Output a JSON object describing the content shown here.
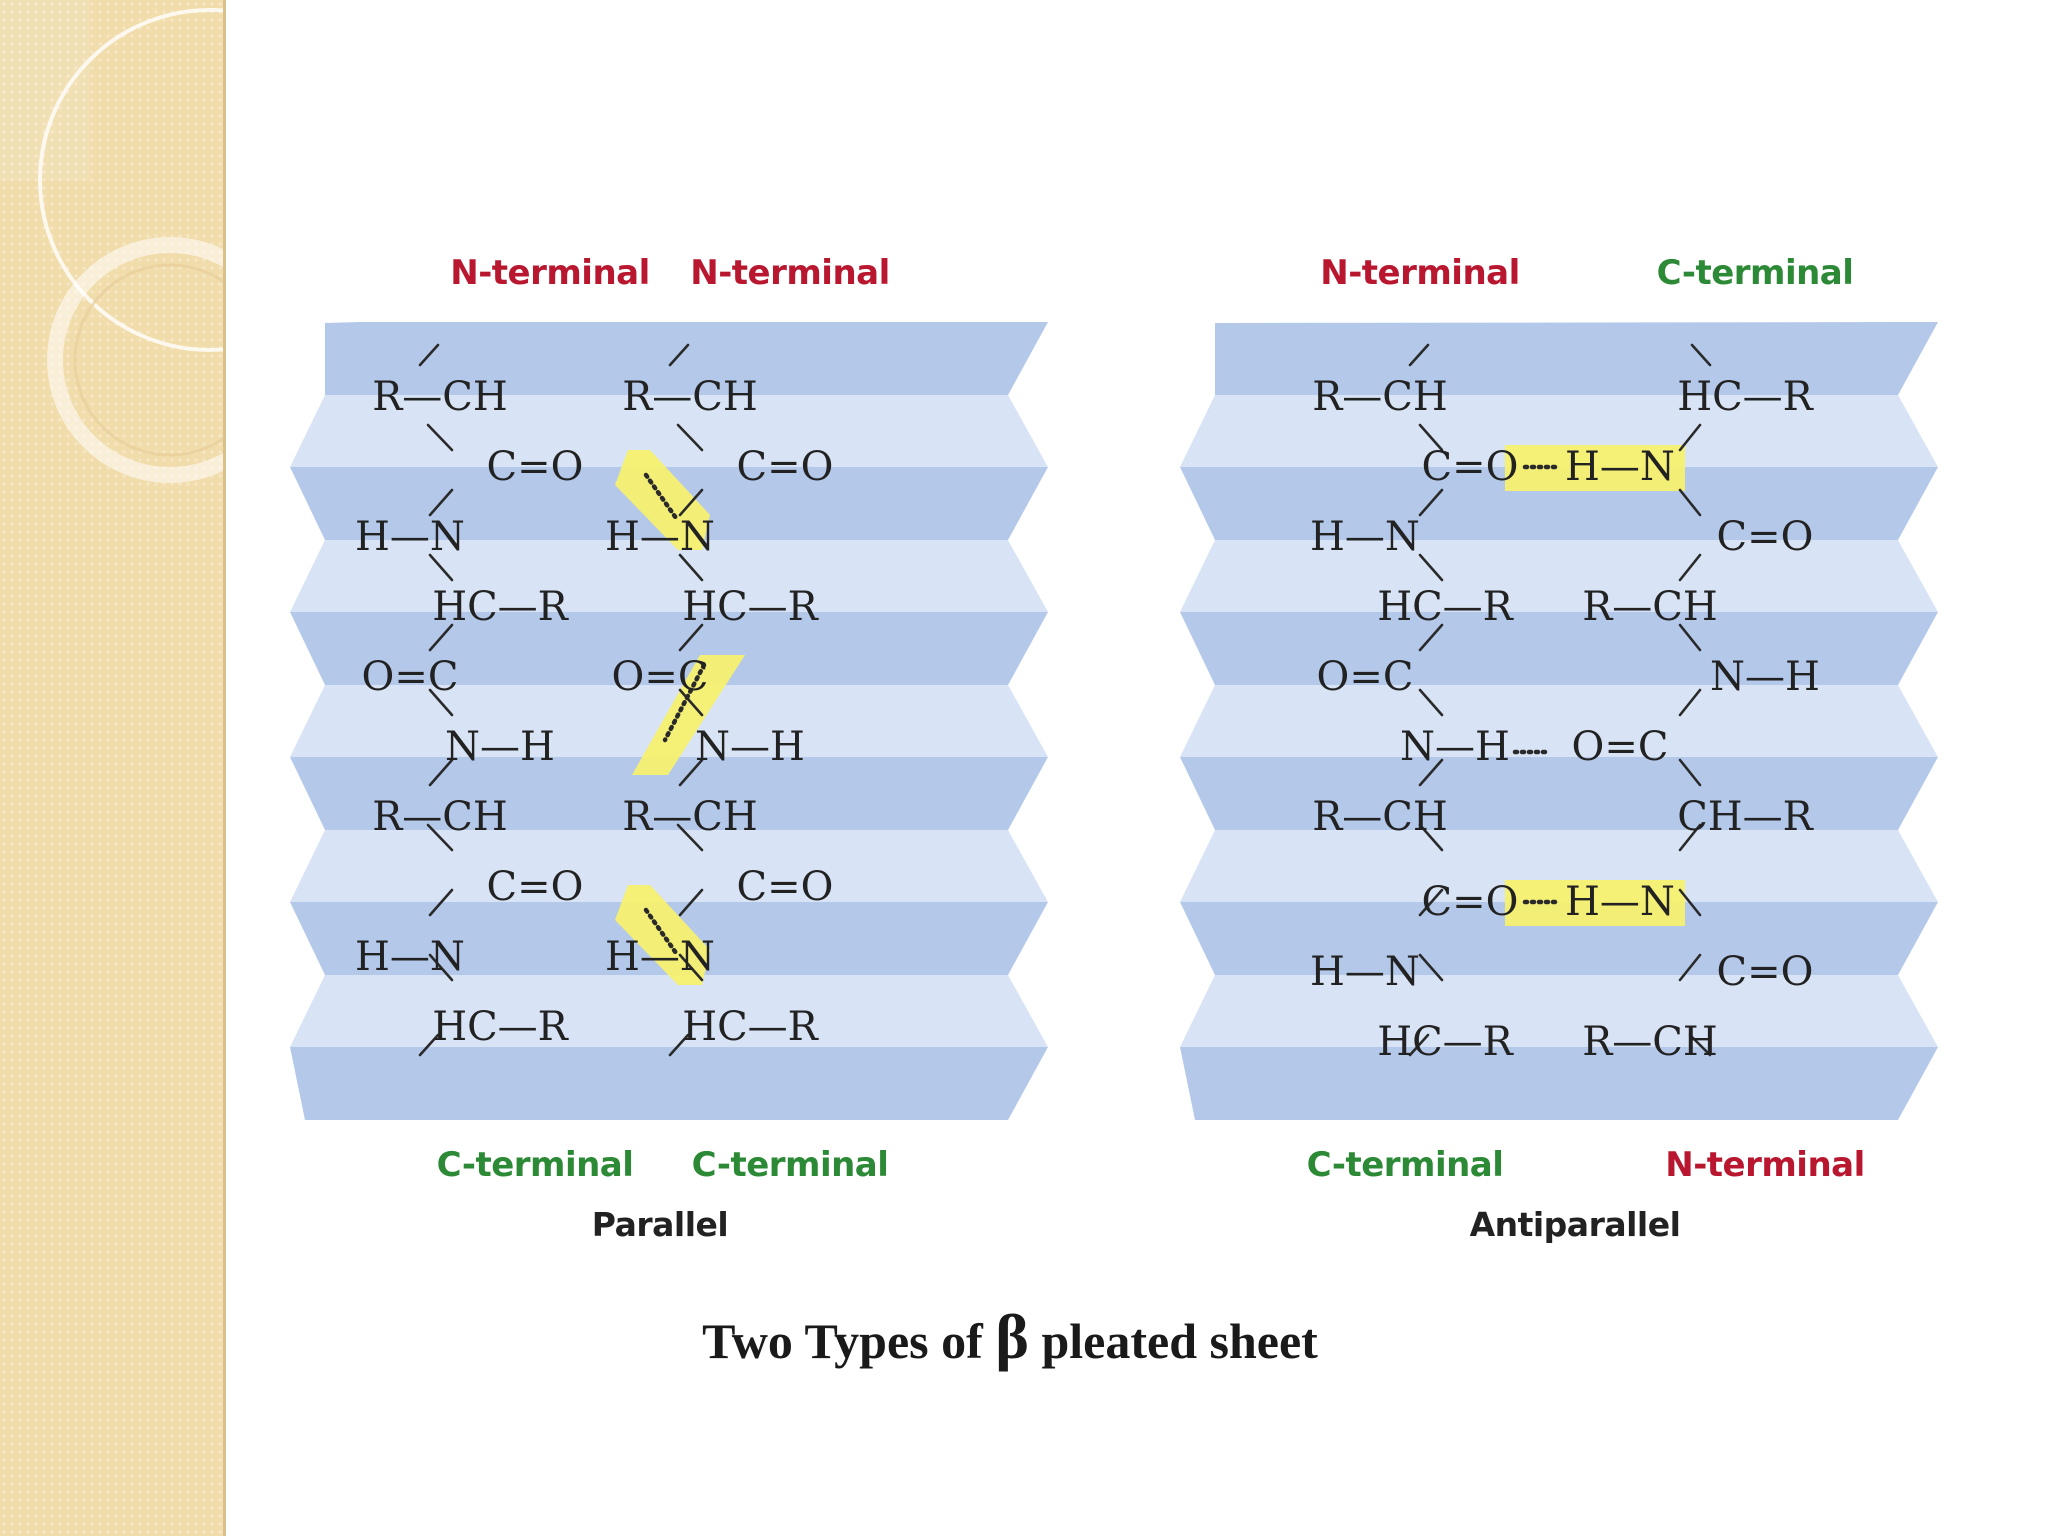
{
  "slide": {
    "caption_before": "Two Types of",
    "caption_symbol": "β",
    "caption_after": "pleated sheet"
  },
  "colors": {
    "n_terminal": "#b8172f",
    "c_terminal": "#2c8a36",
    "sheet_dark": "#b4c8ea",
    "sheet_light": "#d8e4f5",
    "highlight": "#f7f06f",
    "side_strip": "#f1dcab"
  },
  "parallel": {
    "caption": "Parallel",
    "top_left": "N-terminal",
    "top_right": "N-terminal",
    "bottom_left": "C-terminal",
    "bottom_right": "C-terminal",
    "left_strand": [
      "R—CH",
      "C=O",
      "H—N",
      "HC—R",
      "O=C",
      "N—H",
      "R—CH",
      "C=O",
      "H—N",
      "HC—R"
    ],
    "right_strand": [
      "R—CH",
      "C=O",
      "H—N",
      "HC—R",
      "O=C",
      "N—H",
      "R—CH",
      "C=O",
      "H—N",
      "HC—R"
    ]
  },
  "antiparallel": {
    "caption": "Antiparallel",
    "top_left": "N-terminal",
    "top_right": "C-terminal",
    "bottom_left": "C-terminal",
    "bottom_right": "N-terminal",
    "left_strand": [
      "R—CH",
      "C=O",
      "H—N",
      "HC—R",
      "O=C",
      "N—H",
      "R—CH",
      "C=O",
      "H—N",
      "HC—R"
    ],
    "right_strand": [
      "HC—R",
      "H—N",
      "C=O",
      "R—CH",
      "N—H",
      "O=C",
      "CH—R",
      "H—N",
      "C=O",
      "R—CH"
    ]
  }
}
